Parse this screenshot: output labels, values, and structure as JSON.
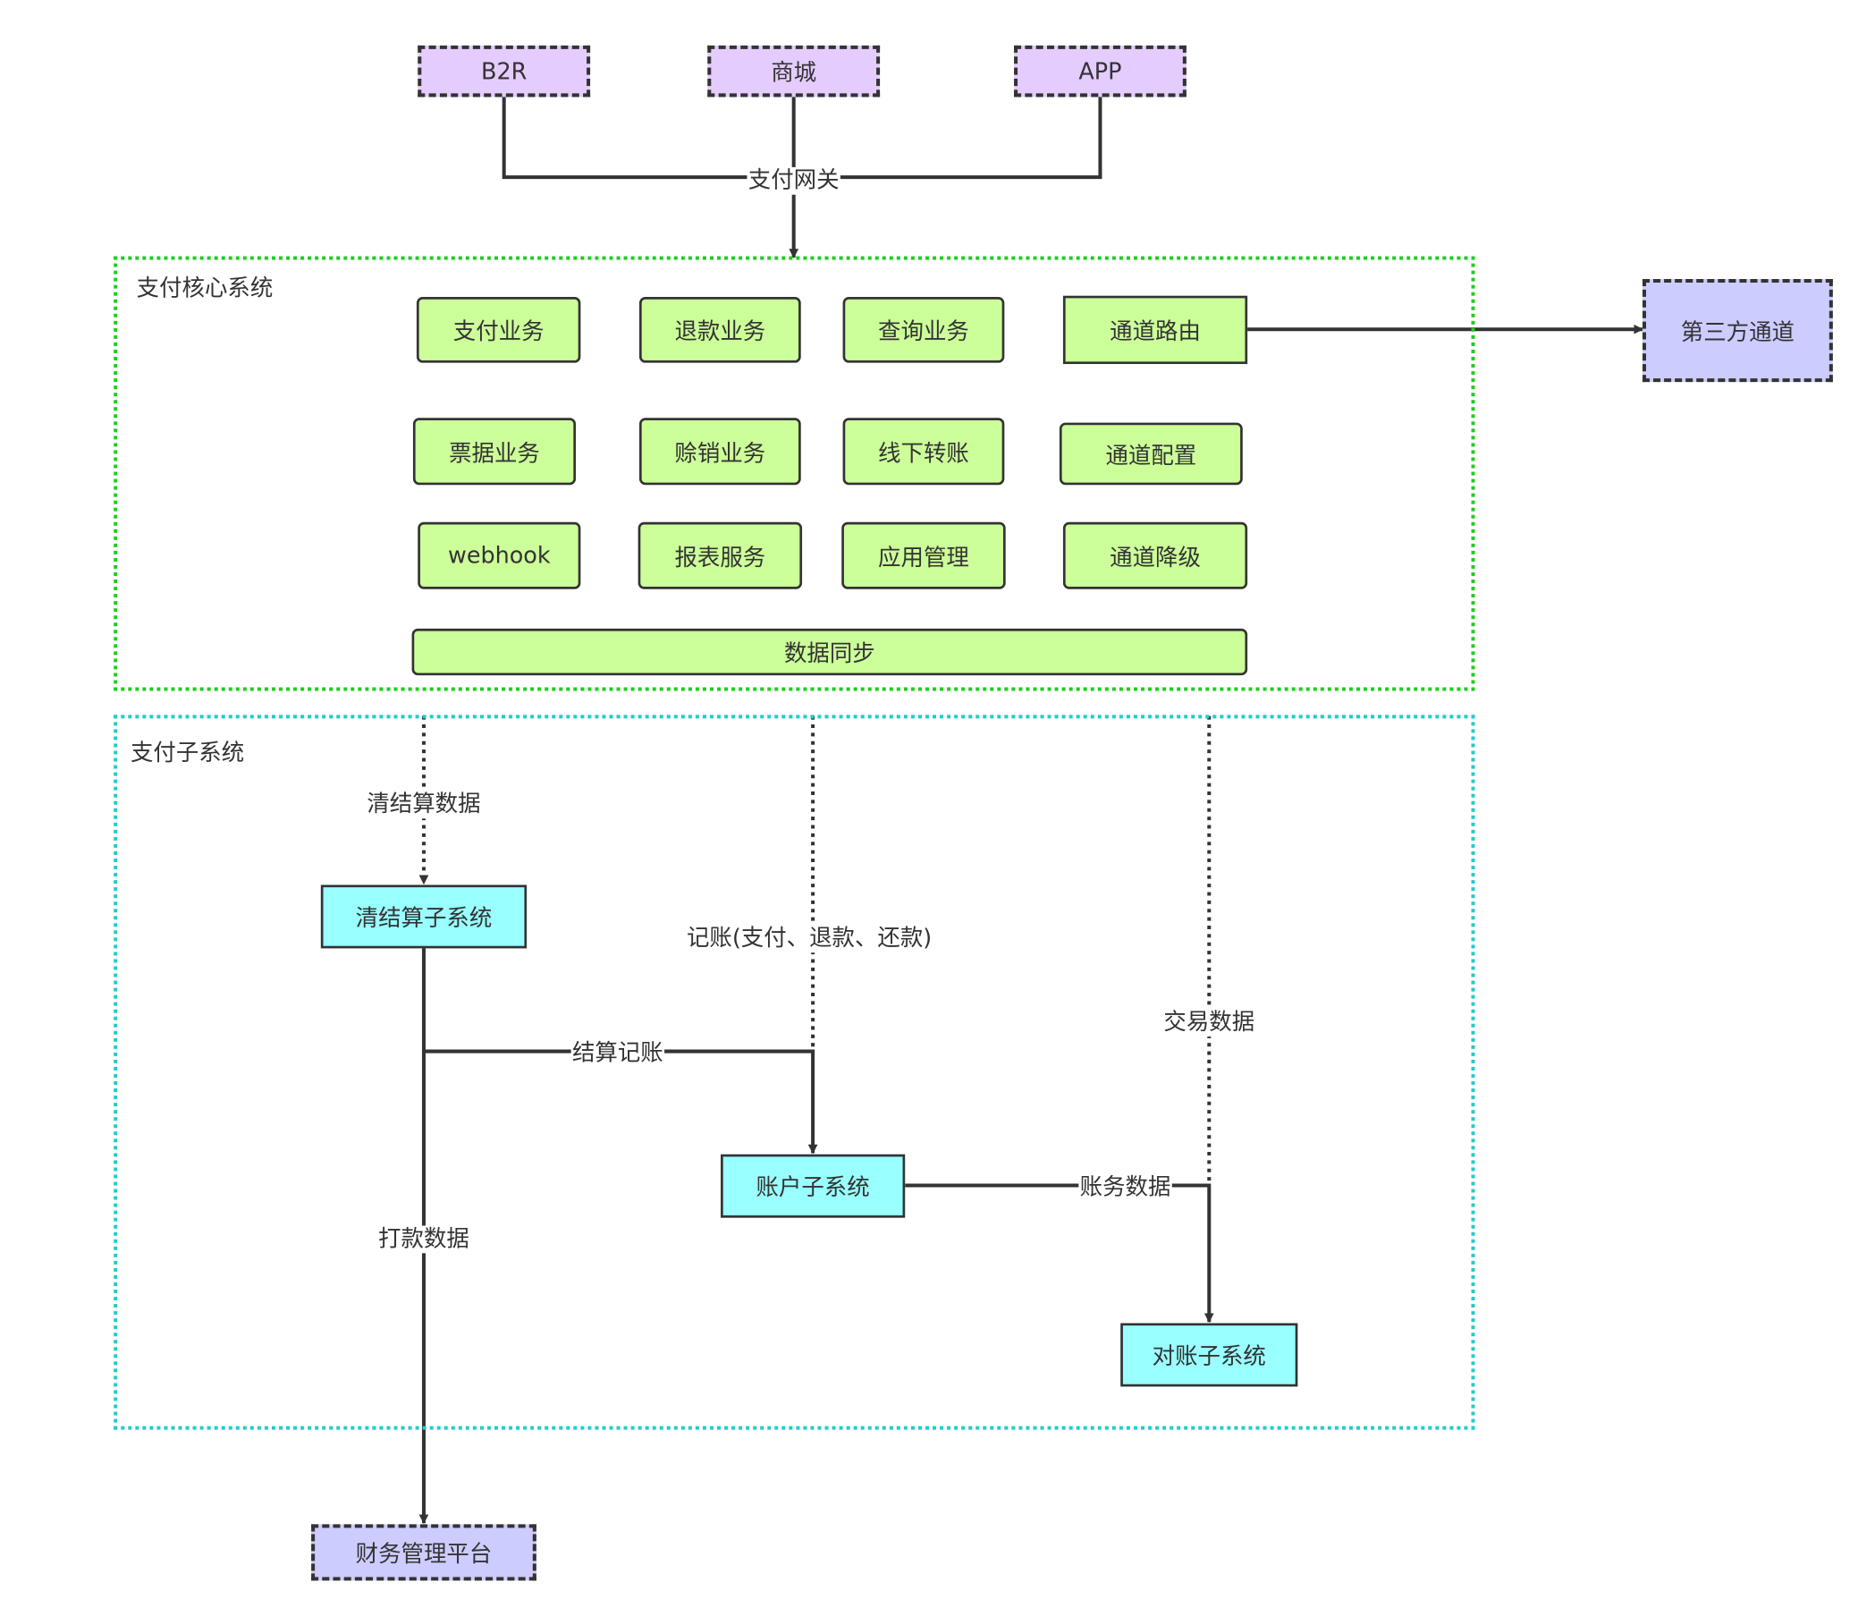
{
  "sources": {
    "b2r": "B2R",
    "mall": "商城",
    "app": "APP"
  },
  "gateway_label": "支付网关",
  "core_group": {
    "label": "支付核心系统",
    "modules": {
      "pay": "支付业务",
      "refund": "退款业务",
      "query": "查询业务",
      "channel_routing": "通道路由",
      "bill": "票据业务",
      "write_off": "赊销业务",
      "offline_transfer": "线下转账",
      "channel_config": "通道配置",
      "webhook": "webhook",
      "report": "报表服务",
      "app_mgmt": "应用管理",
      "channel_degrade": "通道降级",
      "data_sync": "数据同步"
    }
  },
  "third_party": "第三方通道",
  "sub_group": {
    "label": "支付子系统",
    "settlement": "清结算子系统",
    "account": "账户子系统",
    "reconcile": "对账子系统"
  },
  "finance_platform": "财务管理平台",
  "edge_labels": {
    "settlement_data": "清结算数据",
    "bookkeeping": "记账(支付、退款、还款)",
    "trade_data": "交易数据",
    "settlement_booking": "结算记账",
    "account_data": "账务数据",
    "payout_data": "打款数据"
  },
  "colors": {
    "source_fill": "#e5ccff",
    "external_fill": "#ccccff",
    "module_fill": "#ccff99",
    "subsystem_fill": "#99ffff",
    "core_border": "#22cc22",
    "sub_border": "#22cccc",
    "line": "#333333"
  }
}
